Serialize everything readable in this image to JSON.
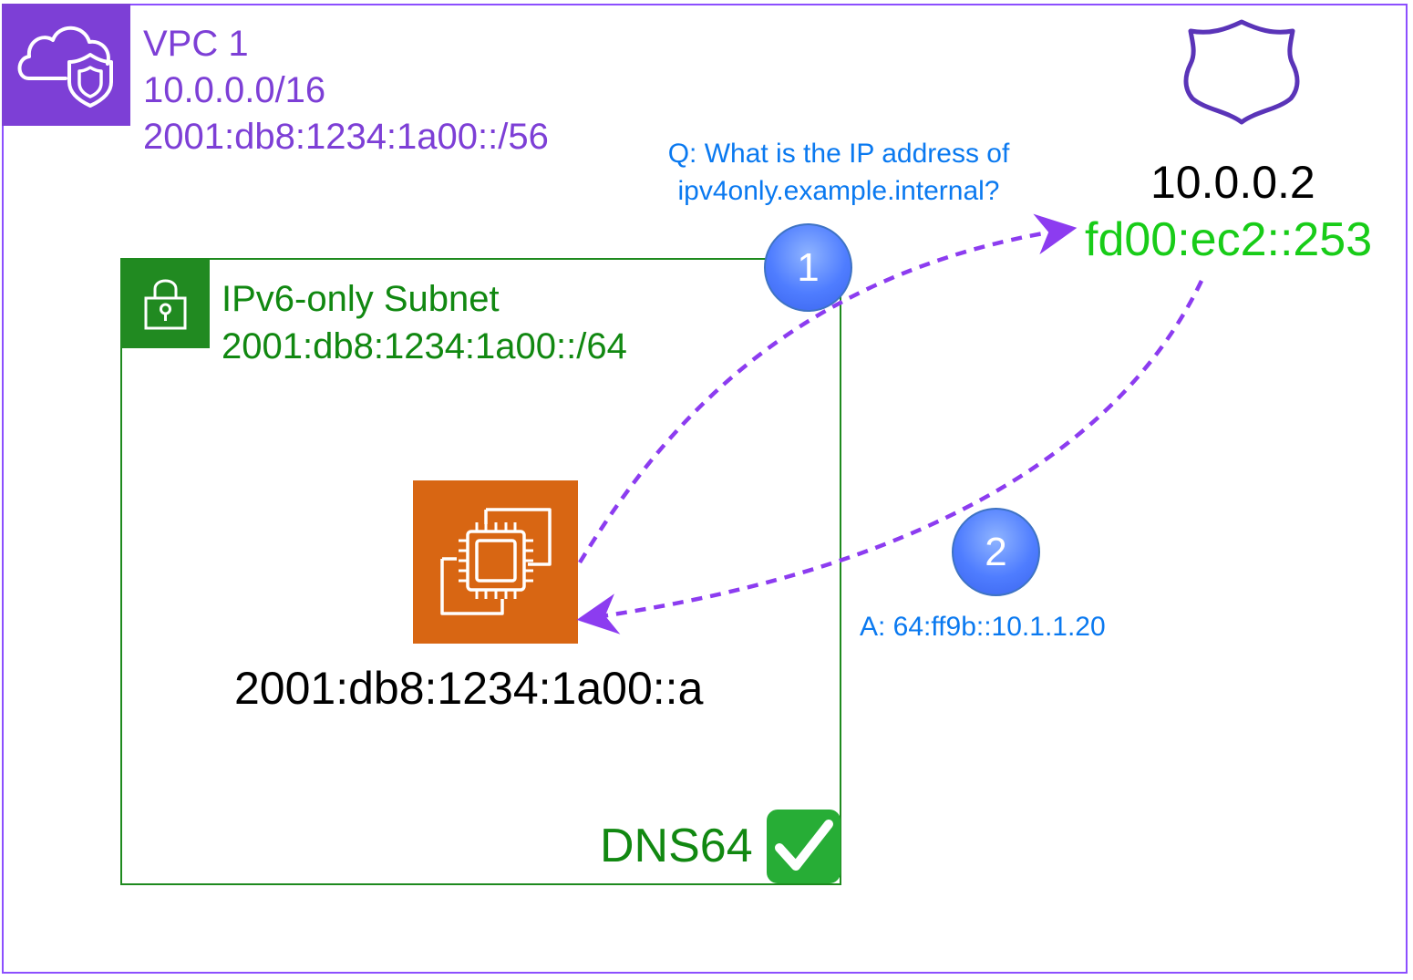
{
  "vpc": {
    "name": "VPC 1",
    "ipv4_cidr": "10.0.0.0/16",
    "ipv6_cidr": "2001:db8:1234:1a00::/56",
    "icon": "cloud-shield-icon",
    "color": "#7d3fd6"
  },
  "subnet": {
    "name": "IPv6-only Subnet",
    "ipv6_cidr": "2001:db8:1234:1a00::/64",
    "icon": "lock-icon",
    "color": "#1e8a1e",
    "dns64_label": "DNS64",
    "dns64_status_icon": "check-mark-icon"
  },
  "instance": {
    "icon": "ec2-chip-icon",
    "address": "2001:db8:1234:1a00::a",
    "color": "#d86613"
  },
  "resolver": {
    "icon": "route-shield-icon",
    "ipv4": "10.0.0.2",
    "ipv6": "fd00:ec2::253"
  },
  "flow": {
    "step1": {
      "number": "1",
      "query_line1": "Q: What is the IP address of",
      "query_line2": "ipv4only.example.internal?"
    },
    "step2": {
      "number": "2",
      "answer": "A: 64:ff9b::10.1.1.20"
    },
    "arrow_color": "#8c3cf0",
    "text_color": "#0a79f0"
  }
}
